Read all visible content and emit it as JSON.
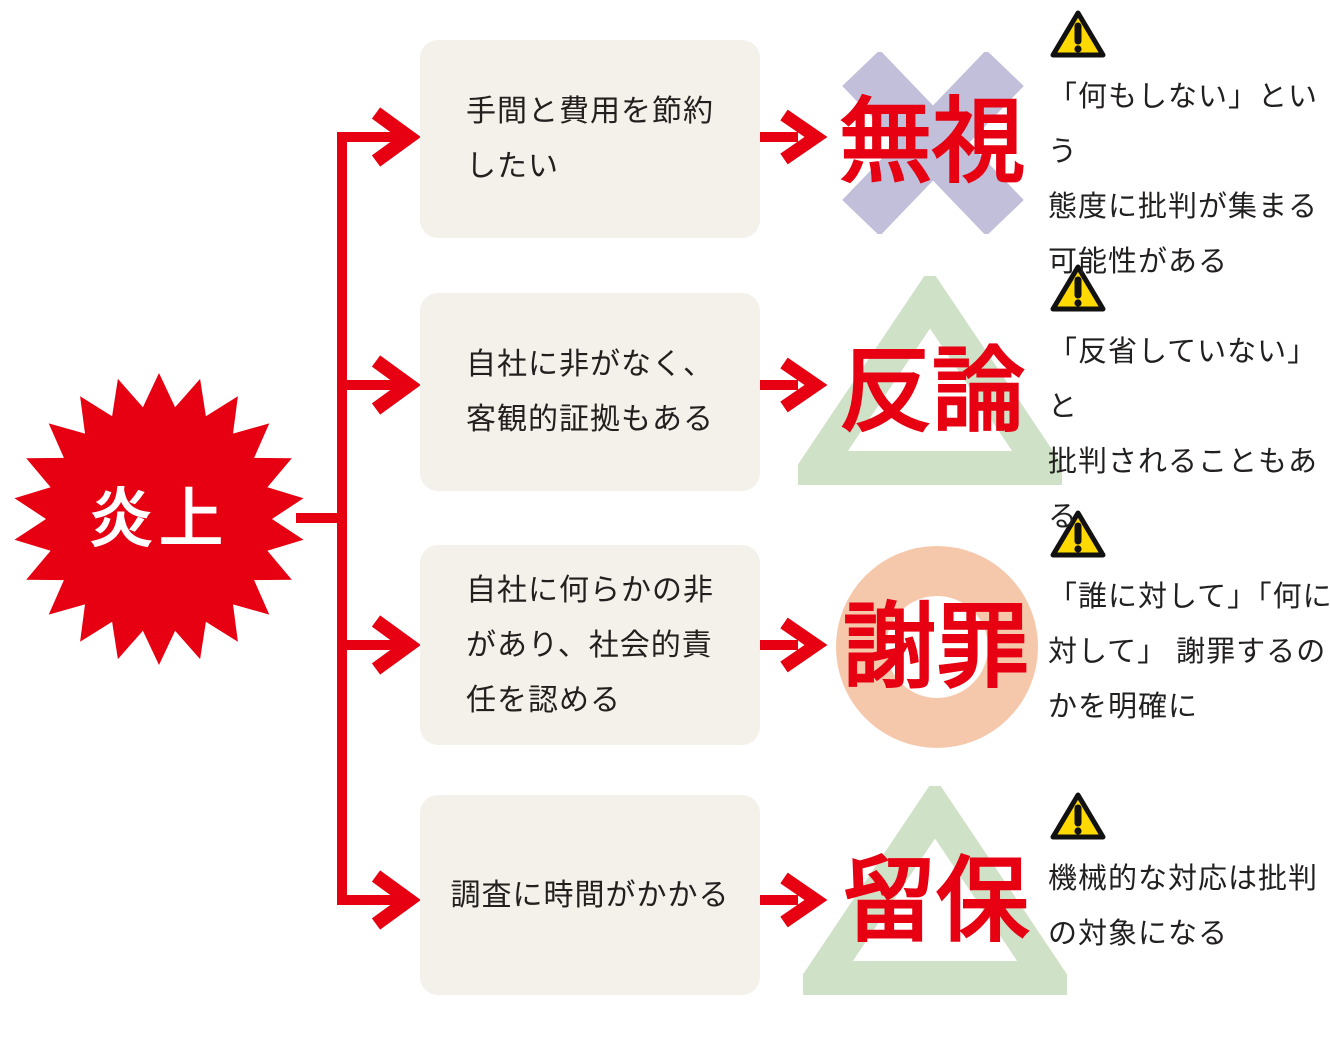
{
  "colors": {
    "red": "#e60012",
    "ink": "#221f1f",
    "box-bg": "#f4f1ea",
    "x-purple": "#c1bfda",
    "tri-green": "#cfe1c6",
    "ring-orange": "#f6c8ab",
    "warn-yellow": "#ffd900",
    "warn-border": "#111111"
  },
  "center": {
    "label": "炎上"
  },
  "branches": [
    {
      "condition": "手間と費用を節約\nしたい",
      "action": "無視",
      "symbol": "x-mark",
      "caution": "「何もしない」という\n態度に批判が集まる\n可能性がある"
    },
    {
      "condition": "自社に非がなく、\n客観的証拠もある",
      "action": "反論",
      "symbol": "triangle",
      "caution": "「反省していない」と\n批判されることもあ\nる"
    },
    {
      "condition": "自社に何らかの非\nがあり、社会的責\n任を認める",
      "action": "謝罪",
      "symbol": "circle",
      "caution": "「誰に対して」「何に\n対して」 謝罪するの\nかを明確に"
    },
    {
      "condition": "調査に時間がかかる",
      "action": "留保",
      "symbol": "triangle",
      "caution": "機械的な対応は批判\nの対象になる"
    }
  ]
}
